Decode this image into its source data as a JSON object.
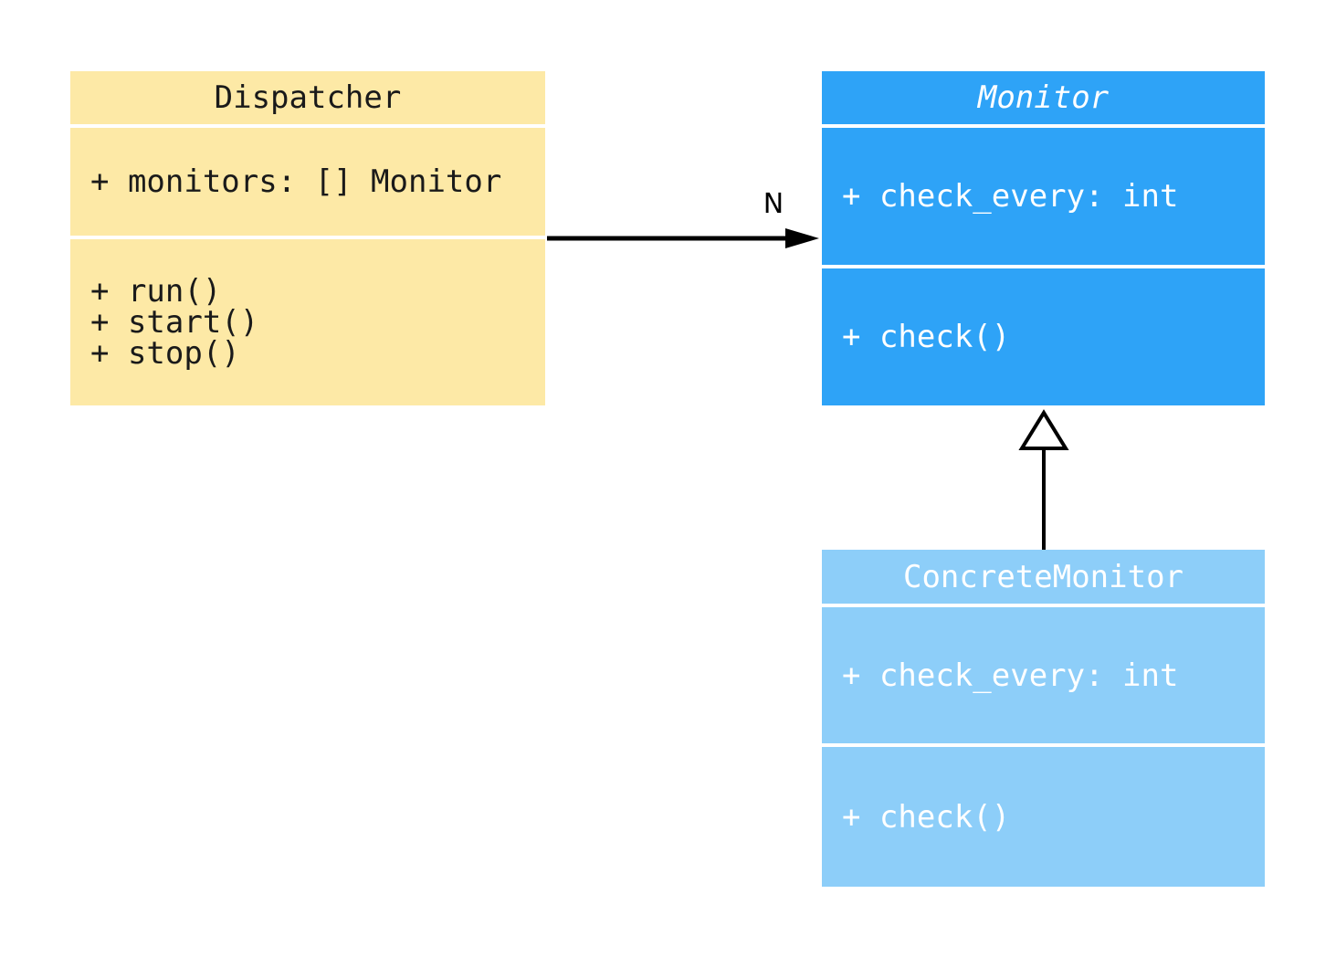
{
  "diagram": {
    "type": "uml-class-diagram",
    "background": "#FFFFFF",
    "connector_color": "#000000",
    "classes": [
      {
        "id": "dispatcher",
        "name": "Dispatcher",
        "abstract": false,
        "attributes": [
          "+ monitors: [] Monitor"
        ],
        "methods": [
          "+ run()",
          "+ start()",
          "+ stop()"
        ],
        "fill": "#FDE9A6",
        "text_color": "#1A1A1A"
      },
      {
        "id": "monitor",
        "name": "Monitor",
        "abstract": true,
        "attributes": [
          "+ check_every: int"
        ],
        "methods": [
          "+ check()"
        ],
        "fill": "#2EA3F7",
        "text_color": "#FFFFFF"
      },
      {
        "id": "concrete-monitor",
        "name": "ConcreteMonitor",
        "abstract": false,
        "attributes": [
          "+ check_every: int"
        ],
        "methods": [
          "+ check()"
        ],
        "fill": "#8DCEF9",
        "text_color": "#FFFFFF"
      }
    ],
    "relationships": [
      {
        "type": "association",
        "from": "Dispatcher",
        "to": "Monitor",
        "label": "N",
        "arrowhead": "filled"
      },
      {
        "type": "inheritance",
        "from": "ConcreteMonitor",
        "to": "Monitor",
        "label": "",
        "arrowhead": "hollow-triangle"
      }
    ]
  }
}
